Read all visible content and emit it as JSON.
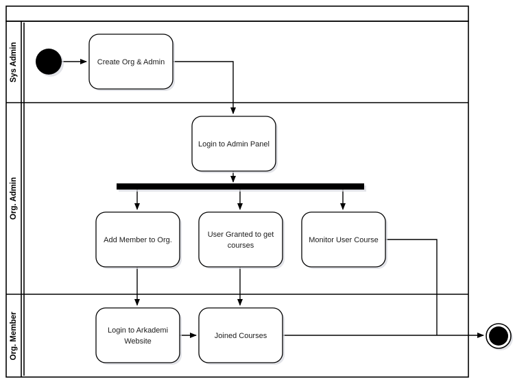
{
  "diagram": {
    "type": "uml-activity-diagram",
    "title": "",
    "header_bar_label": "",
    "swimlanes": [
      {
        "id": "sys-admin",
        "label": "Sys Admin"
      },
      {
        "id": "org-admin",
        "label": "Org. Admin"
      },
      {
        "id": "org-member",
        "label": "Org. Member"
      }
    ],
    "nodes": [
      {
        "id": "start",
        "kind": "initial-node",
        "label": "",
        "lane": "sys-admin"
      },
      {
        "id": "create-org-admin",
        "kind": "activity",
        "label": "Create Org & Admin",
        "lane": "sys-admin"
      },
      {
        "id": "login-admin-panel",
        "kind": "activity",
        "label": "Login to Admin Panel",
        "lane": "org-admin"
      },
      {
        "id": "fork",
        "kind": "fork-bar",
        "label": "",
        "lane": "org-admin"
      },
      {
        "id": "add-member",
        "kind": "activity",
        "label": "Add Member to Org.",
        "lane": "org-admin"
      },
      {
        "id": "user-granted",
        "kind": "activity",
        "label_line1": "User Granted to get",
        "label_line2": "courses",
        "lane": "org-admin"
      },
      {
        "id": "monitor-user-course",
        "kind": "activity",
        "label": "Monitor User Course",
        "lane": "org-admin"
      },
      {
        "id": "login-arkademi",
        "kind": "activity",
        "label_line1": "Login to Arkademi",
        "label_line2": "Website",
        "lane": "org-member"
      },
      {
        "id": "joined-courses",
        "kind": "activity",
        "label": "Joined Courses",
        "lane": "org-member"
      },
      {
        "id": "end",
        "kind": "final-node",
        "label": "",
        "lane": "org-member"
      }
    ],
    "edges": [
      {
        "from": "start",
        "to": "create-org-admin"
      },
      {
        "from": "create-org-admin",
        "to": "login-admin-panel"
      },
      {
        "from": "login-admin-panel",
        "to": "fork"
      },
      {
        "from": "fork",
        "to": "add-member"
      },
      {
        "from": "fork",
        "to": "user-granted"
      },
      {
        "from": "fork",
        "to": "monitor-user-course"
      },
      {
        "from": "add-member",
        "to": "login-arkademi"
      },
      {
        "from": "user-granted",
        "to": "joined-courses"
      },
      {
        "from": "login-arkademi",
        "to": "joined-courses"
      },
      {
        "from": "joined-courses",
        "to": "end"
      },
      {
        "from": "monitor-user-course",
        "to": "end"
      }
    ],
    "colors": {
      "stroke": "#000000",
      "node_fill": "#ffffff",
      "text": "#1a1a1a",
      "background": "#ffffff",
      "shadow": "#d8d9e0"
    }
  }
}
